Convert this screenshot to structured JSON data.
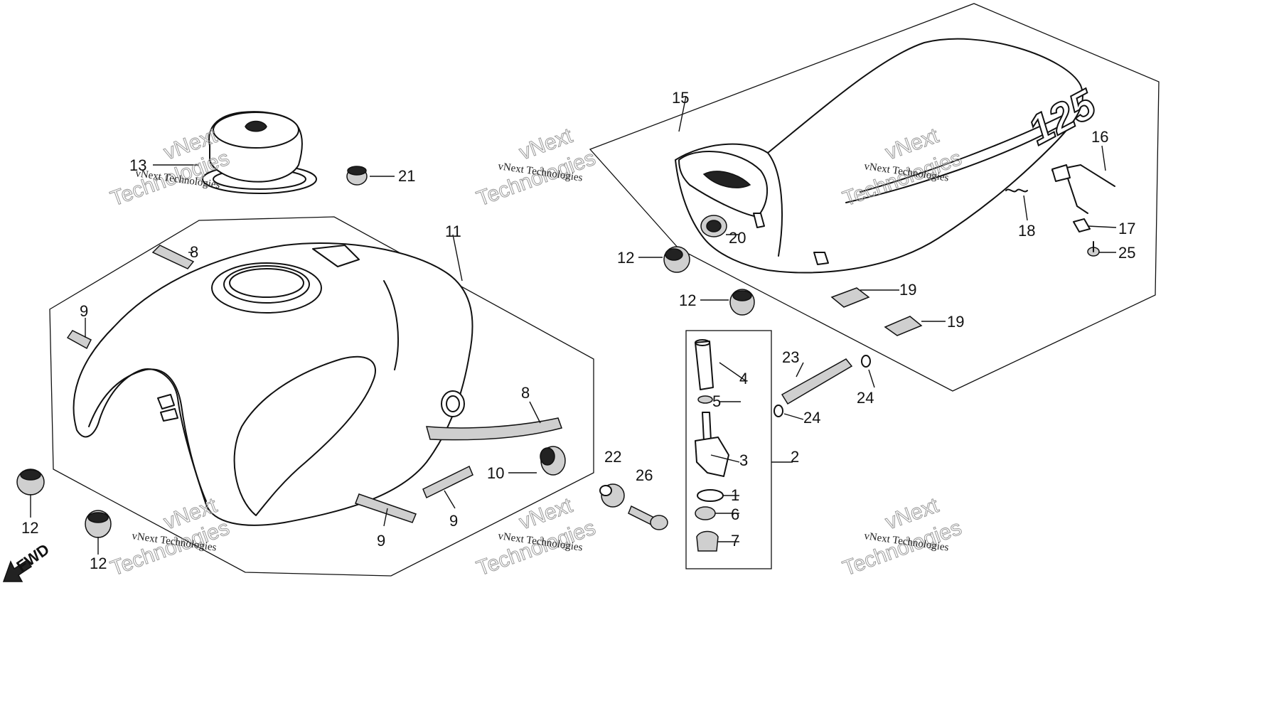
{
  "diagram": {
    "watermark": {
      "line1": "vNext",
      "line2": "Technologies",
      "caption": "vNext Technologies"
    },
    "direction_label": "FWD",
    "seat_badge": "125",
    "callouts": {
      "c1": "1",
      "c2": "2",
      "c3": "3",
      "c4": "4",
      "c5": "5",
      "c6": "6",
      "c7": "7",
      "c8": "8",
      "c9": "9",
      "c10": "10",
      "c11": "11",
      "c12": "12",
      "c13": "13",
      "c15": "15",
      "c16": "16",
      "c17": "17",
      "c18": "18",
      "c19": "19",
      "c20": "20",
      "c21": "21",
      "c22": "22",
      "c23": "23",
      "c24": "24",
      "c25": "25",
      "c26": "26"
    }
  }
}
